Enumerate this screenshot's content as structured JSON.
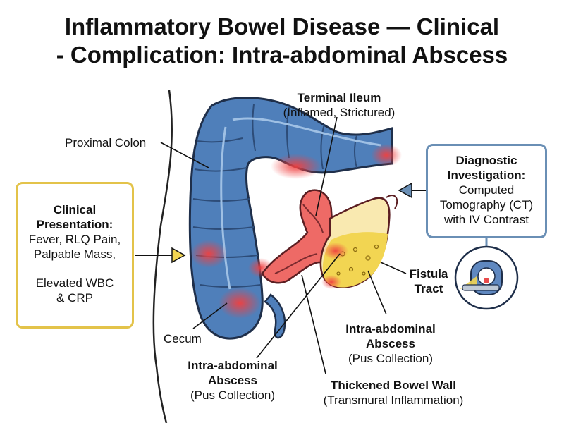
{
  "title": {
    "line1": "Inflammatory Bowel Disease — Clinical",
    "line2": "- Complication: Intra-abdominal Abscess"
  },
  "labels": {
    "proximal_colon": "Proximal Colon",
    "terminal_ileum_title": "Terminal Ileum",
    "terminal_ileum_sub": "(Inflamed, Strictured)",
    "cecum": "Cecum",
    "fistula_line1": "Fistula",
    "fistula_line2": "Tract",
    "abscess_right_line1": "Intra-abdominal",
    "abscess_right_line2": "Abscess",
    "abscess_right_sub": "(Pus Collection)",
    "abscess_left_line1": "Intra-abdominal",
    "abscess_left_line2": "Abscess",
    "abscess_left_sub": "(Pus Collection)",
    "thickened_title": "Thickened Bowel Wall",
    "thickened_sub": "(Transmural Inflammation)"
  },
  "clinical_box": {
    "heading_line1": "Clinical",
    "heading_line2": "Presentation:",
    "line1": "Fever, RLQ Pain,",
    "line2": "Palpable Mass,",
    "line3": "Elevated WBC",
    "line4": "& CRP"
  },
  "diagnostic_box": {
    "heading_line1": "Diagnostic",
    "heading_line2": "Investigation:",
    "line1": "Computed",
    "line2": "Tomography (CT)",
    "line3": "with IV Contrast"
  },
  "colors": {
    "colon_blue": "#4f7fba",
    "colon_dark": "#1f2f4a",
    "inflamed_red": "#e84a4a",
    "pus_yellow": "#f2d552",
    "clinical_border": "#e3c34a",
    "diagnostic_border": "#6a8fb5"
  },
  "icons": [
    "arrow-right-icon",
    "arrow-left-icon",
    "ct-scanner-icon"
  ]
}
